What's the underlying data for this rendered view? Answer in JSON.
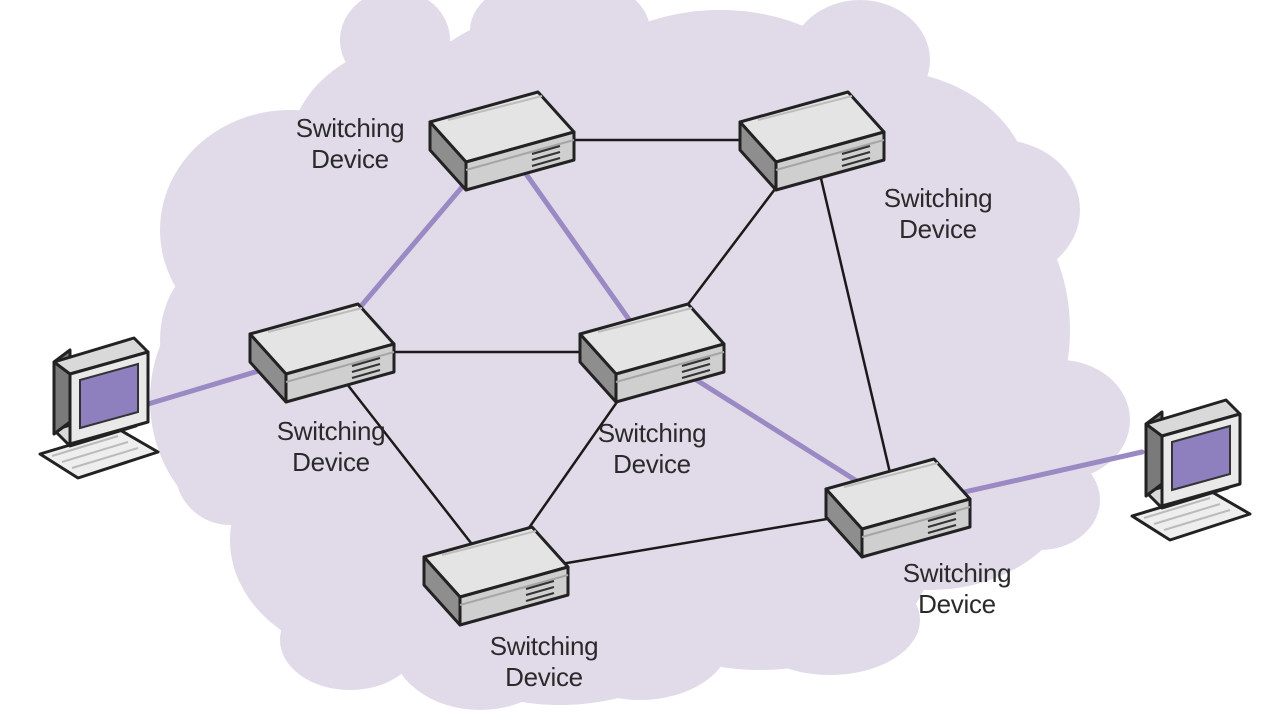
{
  "colors": {
    "background": "#ffffff",
    "cloud": "#e1dbe9",
    "primary_link": "#9a89c2",
    "secondary_link": "#1a1a1a",
    "screen": "#8e7fbf",
    "device_body": "#c9c9c9",
    "device_top": "#e4e4e4"
  },
  "devices": [
    {
      "name": "top-left",
      "icon": "switching-device-icon",
      "label_line1": "Switching",
      "label_line2": "Device"
    },
    {
      "name": "top-right",
      "icon": "switching-device-icon",
      "label_line1": "Switching",
      "label_line2": "Device"
    },
    {
      "name": "middle-left",
      "icon": "switching-device-icon",
      "label_line1": "Switching",
      "label_line2": "Device"
    },
    {
      "name": "center",
      "icon": "switching-device-icon",
      "label_line1": "Switching",
      "label_line2": "Device"
    },
    {
      "name": "bottom",
      "icon": "switching-device-icon",
      "label_line1": "Switching",
      "label_line2": "Device"
    },
    {
      "name": "bottom-right",
      "icon": "switching-device-icon",
      "label_line1": "Switching",
      "label_line2": "Device"
    }
  ],
  "computers": [
    {
      "name": "left",
      "icon": "computer-icon"
    },
    {
      "name": "right",
      "icon": "computer-icon"
    }
  ],
  "links": [
    {
      "from": "computer-left",
      "to": "device-middle-left",
      "style": "primary"
    },
    {
      "from": "device-middle-left",
      "to": "device-top-left",
      "style": "primary"
    },
    {
      "from": "device-top-left",
      "to": "device-center",
      "style": "primary"
    },
    {
      "from": "device-center",
      "to": "device-bottom-right",
      "style": "primary"
    },
    {
      "from": "device-bottom-right",
      "to": "computer-right",
      "style": "primary"
    },
    {
      "from": "device-top-left",
      "to": "device-top-right",
      "style": "secondary"
    },
    {
      "from": "device-top-right",
      "to": "device-center",
      "style": "secondary"
    },
    {
      "from": "device-top-right",
      "to": "device-bottom-right",
      "style": "secondary"
    },
    {
      "from": "device-middle-left",
      "to": "device-center",
      "style": "secondary"
    },
    {
      "from": "device-middle-left",
      "to": "device-bottom",
      "style": "secondary"
    },
    {
      "from": "device-center",
      "to": "device-bottom",
      "style": "secondary"
    },
    {
      "from": "device-bottom",
      "to": "device-bottom-right",
      "style": "secondary"
    }
  ]
}
